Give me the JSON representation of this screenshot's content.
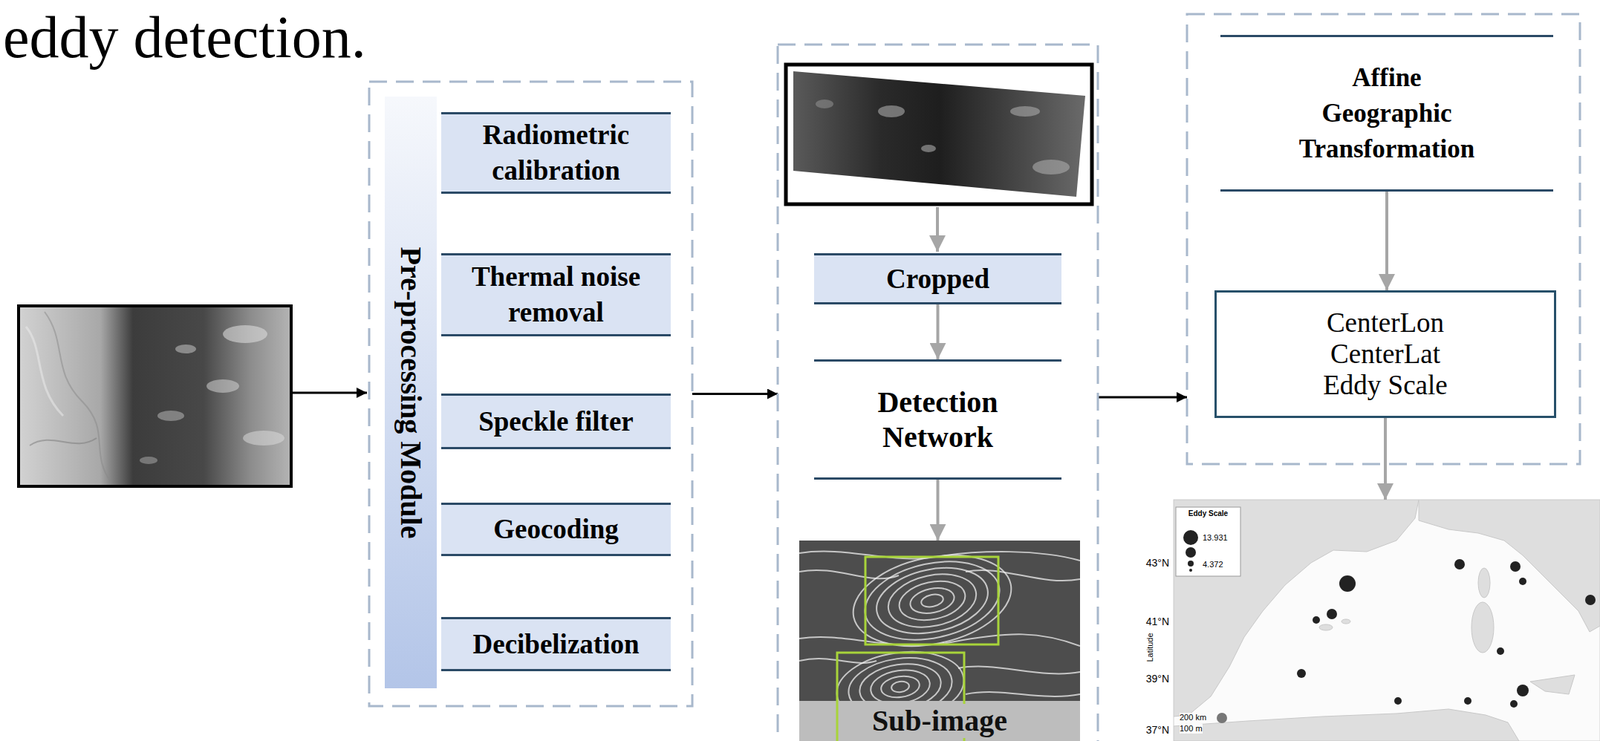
{
  "diagram": {
    "nodes": [
      {
        "text": [
          "Pre-processing Module"
        ]
      },
      {
        "text": [
          "Radiometric calibration"
        ],
        "in": 0
      },
      {
        "text": [
          "Thermal noise removal"
        ],
        "in": 0
      },
      {
        "text": [
          "Speckle filter"
        ],
        "in": 0
      },
      {
        "text": [
          "Geocoding"
        ],
        "in": 0
      },
      {
        "text": [
          "Decibelization"
        ],
        "in": 0
      },
      {
        "text": []
      },
      {
        "text": [
          "Cropped"
        ],
        "in": 6
      },
      {
        "text": [
          "Detection Network"
        ],
        "in": 6
      },
      {
        "text": [
          "Sub-image"
        ],
        "in": 6
      },
      {
        "text": []
      },
      {
        "text": [
          "Affine Geographic Transformation"
        ],
        "in": 10
      },
      {
        "text": [
          "CenterLon",
          "CenterLat",
          "Eddy Scale"
        ],
        "in": 10
      },
      {
        "text": []
      }
    ],
    "edges": [
      {
        "from": 0,
        "to": 6,
        "arrow": "to"
      },
      {
        "from": 7,
        "to": 8,
        "arrow": "to"
      },
      {
        "from": 8,
        "to": 9,
        "arrow": "to"
      },
      {
        "from": 6,
        "to": 10,
        "arrow": "to"
      },
      {
        "from": 11,
        "to": 12,
        "arrow": "to"
      },
      {
        "from": 12,
        "to": 13,
        "arrow": "to"
      }
    ],
    "labels": [
      "eddy detection.",
      "Eddy Scale",
      "43°N",
      "41°N",
      "39°N",
      "37°N",
      "Latitude",
      "200 km",
      "100 m"
    ],
    "legend": [
      {
        "text": "13.931"
      },
      {
        "text": "4.372"
      }
    ]
  }
}
